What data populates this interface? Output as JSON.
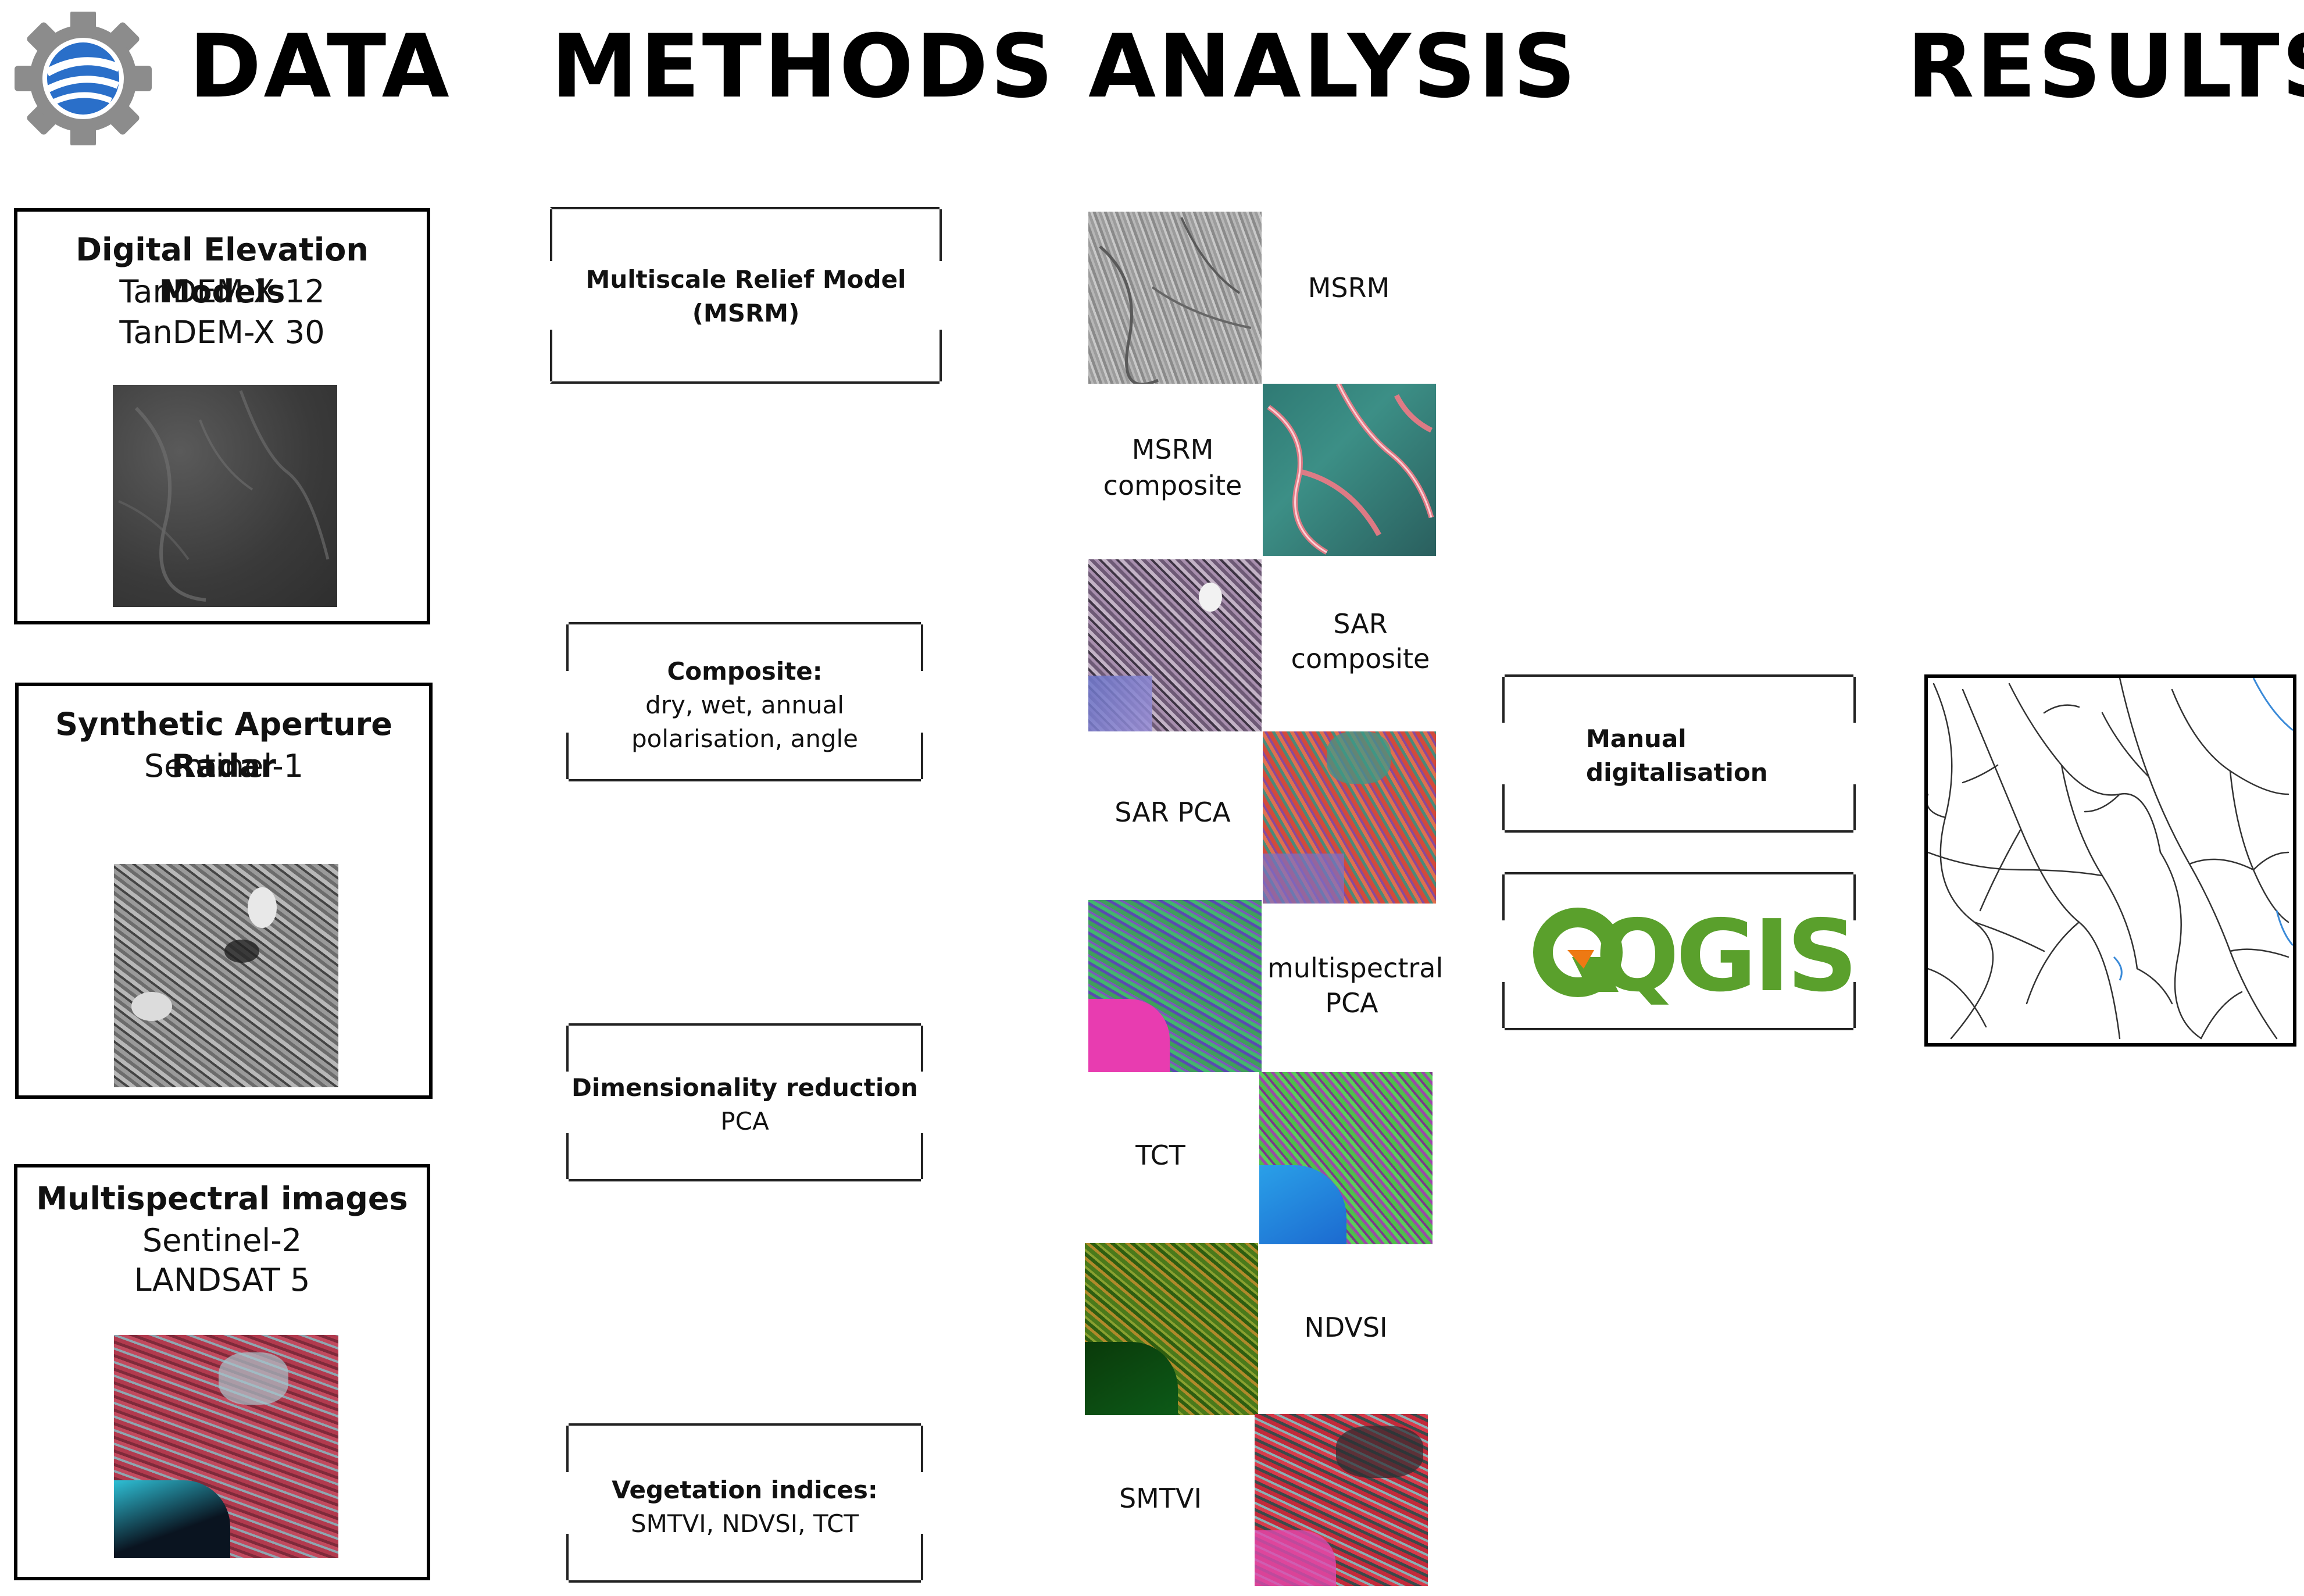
{
  "headers": {
    "data": "DATA",
    "methods": "METHODS",
    "analysis": "ANALYSIS",
    "results": "RESULTS"
  },
  "data_boxes": {
    "dem": {
      "title": "Digital Elevation Models",
      "line1": "TanDEM-X 12",
      "line2": "TanDEM-X 30"
    },
    "sar": {
      "title": "Synthetic Aperture Radar",
      "line1": "Sentinel-1"
    },
    "ms": {
      "title": "Multispectral images",
      "line1": "Sentinel-2",
      "line2": "LANDSAT 5"
    }
  },
  "methods": {
    "msrm": {
      "title": "Multiscale Relief Model",
      "sub": "(MSRM)"
    },
    "composite": {
      "title": "Composite:",
      "line1": "dry, wet, annual",
      "line2": "polarisation, angle"
    },
    "dimred": {
      "title": "Dimensionality reduction",
      "line1": "PCA"
    },
    "veg": {
      "title": "Vegetation indices:",
      "line1": "SMTVI, NDVSI, TCT"
    }
  },
  "analysis": {
    "msrm": "MSRM",
    "msrm_composite_1": "MSRM",
    "msrm_composite_2": "composite",
    "sar_composite_1": "SAR",
    "sar_composite_2": "composite",
    "sar_pca": "SAR PCA",
    "ms_pca_1": "multispectral",
    "ms_pca_2": "PCA",
    "tct": "TCT",
    "ndvsi": "NDVSI",
    "smtvi": "SMTVI"
  },
  "manual": {
    "line1": "Manual",
    "line2": "digitalisation"
  },
  "qgis": {
    "label": "QGIS"
  },
  "colors": {
    "qgis_green": "#5aa02c",
    "qgis_orange": "#ee7913",
    "logo_gray": "#8c8c8c",
    "logo_blue": "#2a6fc9"
  }
}
